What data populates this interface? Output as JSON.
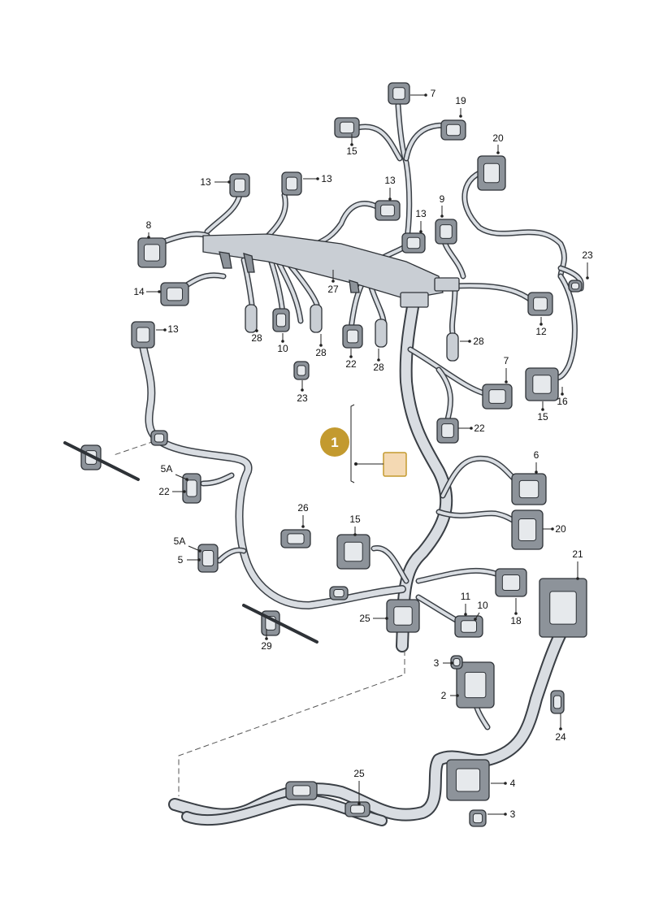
{
  "callout": {
    "main_label": "1",
    "badge_color": "#c39a2f",
    "highlight_color": "#f4d9b3"
  },
  "colors": {
    "harness_outline": "#3a3f45",
    "harness_fill": "#d9dde2",
    "connector": "#8d939a"
  },
  "part_labels": {
    "p7_top": "7",
    "p19": "19",
    "p15_top": "15",
    "p20_top": "20",
    "p13_a": "13",
    "p13_b": "13",
    "p13_c": "13",
    "p13_d": "13",
    "p13_left": "13",
    "p9": "9",
    "p8": "8",
    "p23_right": "23",
    "p14": "14",
    "p27": "27",
    "p12": "12",
    "p28_a": "28",
    "p28_b": "28",
    "p28_c": "28",
    "p28_d": "28",
    "p10_top": "10",
    "p22_a": "22",
    "p22_b": "22",
    "p22_left": "22",
    "p23_bottom": "23",
    "p7_mid": "7",
    "p16": "16",
    "p15_mid": "15",
    "p6": "6",
    "p20_mid": "20",
    "p5a_a": "5A",
    "p5a_b": "5A",
    "p5": "5",
    "p26": "26",
    "p15_low": "15",
    "p21": "21",
    "p11": "11",
    "p10_low": "10",
    "p25_a": "25",
    "p18": "18",
    "p29": "29",
    "p3_a": "3",
    "p2": "2",
    "p24": "24",
    "p25_b": "25",
    "p4": "4",
    "p3_b": "3"
  }
}
